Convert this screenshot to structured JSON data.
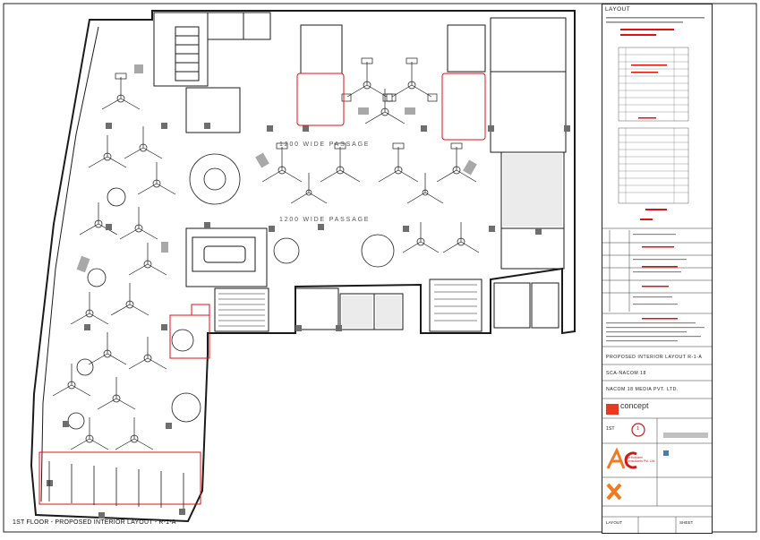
{
  "drawing": {
    "caption": "1ST FLOOR - PROPOSED INTERIOR LAYOUT - R-1-A",
    "passage_labels": [
      "1200 WIDE PASSAGE",
      "1200 WIDE PASSAGE"
    ]
  },
  "title_block": {
    "heading": "LAYOUT",
    "project_title": "PROPOSED INTERIOR LAYOUT R-1-A",
    "project_code": "SCA-NACOM 18",
    "client": "NACOM 18 MEDIA PVT. LTD.",
    "sheet_no": "1ST",
    "revision_mark": "1",
    "logo_concept_text": "concept",
    "logo_ac_text": "Ajit Kulkarni Consultants Pvt. Ltd.",
    "bottom_left_label": "LAYOUT",
    "bottom_right_label": "SHEET"
  },
  "colors": {
    "line": "#1a1a1a",
    "highlight": "#e01010",
    "fill_dark": "#6e6e6e",
    "fill_mid": "#a8a8a8",
    "fill_light": "#d8d8d8",
    "logo_orange": "#f07a20",
    "logo_red": "#d01818"
  }
}
